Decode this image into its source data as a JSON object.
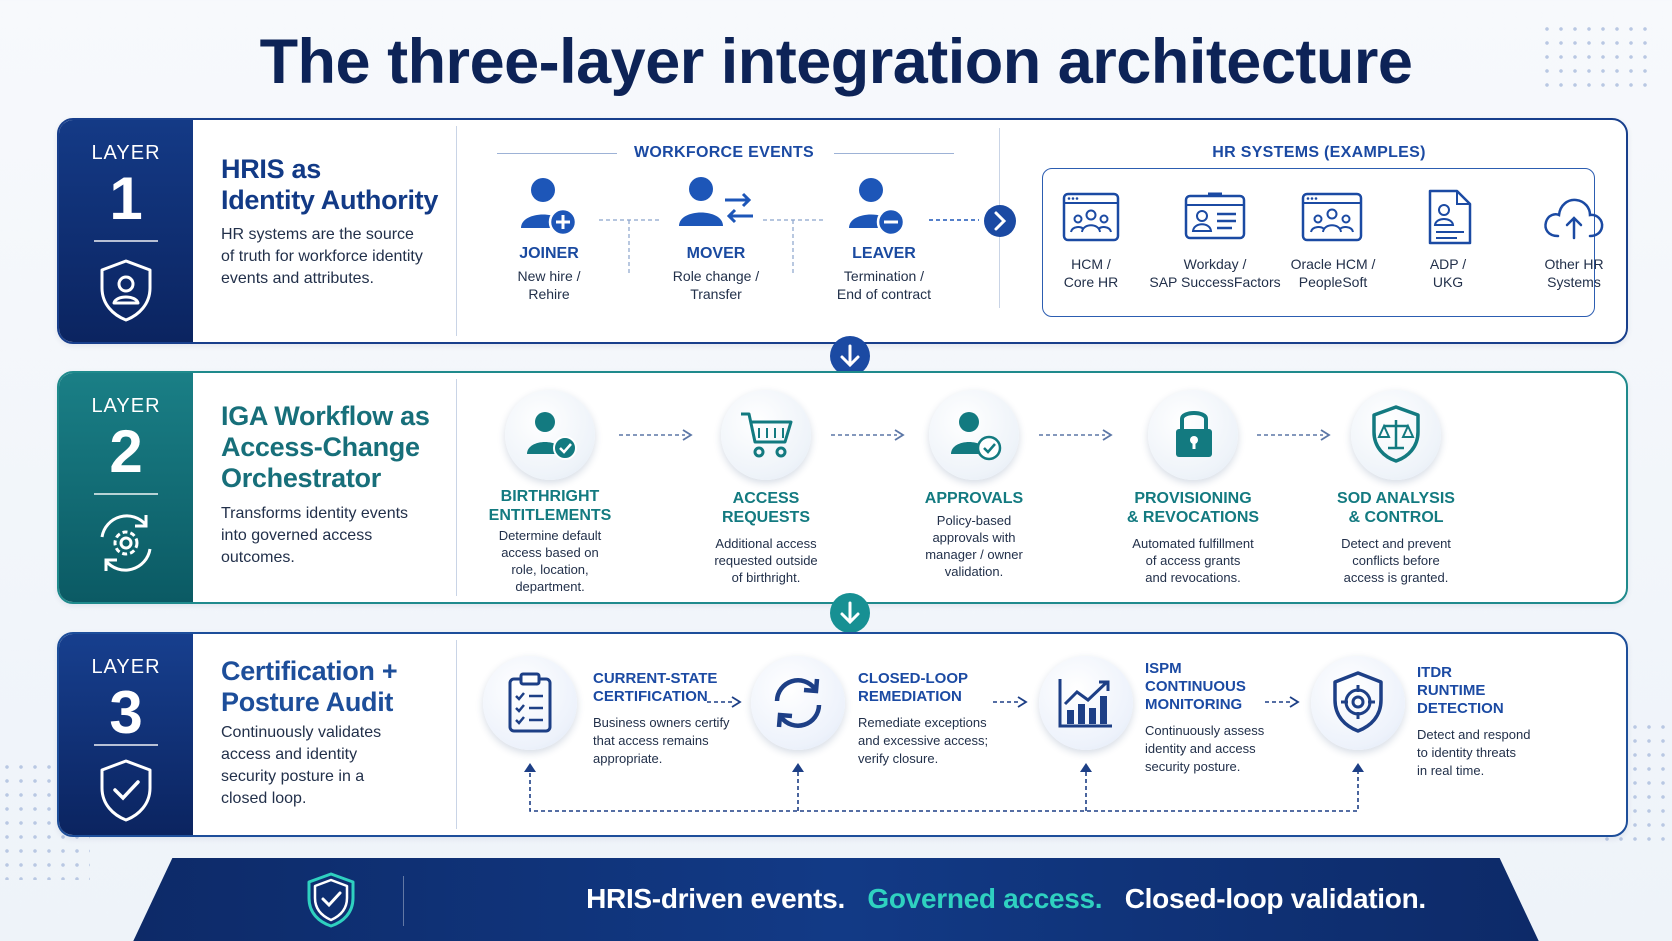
{
  "title": "The three-layer integration architecture",
  "colors": {
    "navy": "#0d2357",
    "blue": "#1b4aa3",
    "teal": "#137a80",
    "accent_teal": "#2fd1c0"
  },
  "layer1": {
    "label": "LAYER",
    "number": "1",
    "heading_line1": "HRIS as",
    "heading_line2": "Identity Authority",
    "desc": [
      "HR systems are the source",
      "of truth for workforce identity",
      "events and attributes."
    ],
    "badge_icon": "user-shield-icon",
    "events_title": "WORKFORCE EVENTS",
    "events": [
      {
        "title": "JOINER",
        "sub1": "New hire /",
        "sub2": "Rehire",
        "icon": "user-plus-icon"
      },
      {
        "title": "MOVER",
        "sub1": "Role change /",
        "sub2": "Transfer",
        "icon": "user-transfer-icon"
      },
      {
        "title": "LEAVER",
        "sub1": "Termination /",
        "sub2": "End of contract",
        "icon": "user-minus-icon"
      }
    ],
    "hr_title": "HR SYSTEMS (EXAMPLES)",
    "hr_systems": [
      {
        "line1": "HCM /",
        "line2": "Core HR",
        "icon": "hcm-window-icon"
      },
      {
        "line1": "Workday /",
        "line2": "SAP SuccessFactors",
        "icon": "id-card-icon"
      },
      {
        "line1": "Oracle HCM /",
        "line2": "PeopleSoft",
        "icon": "group-window-icon"
      },
      {
        "line1": "ADP /",
        "line2": "UKG",
        "icon": "document-user-icon"
      },
      {
        "line1": "Other HR",
        "line2": "Systems",
        "icon": "cloud-upload-icon"
      }
    ]
  },
  "layer2": {
    "label": "LAYER",
    "number": "2",
    "heading": [
      "IGA Workflow as",
      "Access-Change",
      "Orchestrator"
    ],
    "desc": [
      "Transforms identity events",
      "into governed access",
      "outcomes."
    ],
    "badge_icon": "gear-cycle-icon",
    "steps": [
      {
        "title": [
          "BIRTHRIGHT",
          "ENTITLEMENTS"
        ],
        "sub": [
          "Determine default",
          "access based on",
          "role, location,",
          "department."
        ],
        "icon": "user-check-icon"
      },
      {
        "title": [
          "ACCESS",
          "REQUESTS"
        ],
        "sub": [
          "Additional access",
          "requested outside",
          "of birthright."
        ],
        "icon": "cart-icon"
      },
      {
        "title": [
          "APPROVALS"
        ],
        "sub": [
          "Policy-based",
          "approvals with",
          "manager / owner",
          "validation."
        ],
        "icon": "user-approve-icon"
      },
      {
        "title": [
          "PROVISIONING",
          "& REVOCATIONS"
        ],
        "sub": [
          "Automated fulfillment",
          "of access grants",
          "and revocations."
        ],
        "icon": "lock-icon"
      },
      {
        "title": [
          "SOD ANALYSIS",
          "& CONTROL"
        ],
        "sub": [
          "Detect and prevent",
          "conflicts before",
          "access is granted."
        ],
        "icon": "scales-shield-icon"
      }
    ]
  },
  "layer3": {
    "label": "LAYER",
    "number": "3",
    "heading": [
      "Certification +",
      "Posture Audit"
    ],
    "desc": [
      "Continuously validates",
      "access and identity",
      "security posture in a",
      "closed loop."
    ],
    "badge_icon": "check-shield-icon",
    "steps": [
      {
        "title": [
          "CURRENT-STATE",
          "CERTIFICATION"
        ],
        "sub": [
          "Business owners certify",
          "that access remains",
          "appropriate."
        ],
        "icon": "clipboard-checklist-icon"
      },
      {
        "title": [
          "CLOSED-LOOP",
          "REMEDIATION"
        ],
        "sub": [
          "Remediate exceptions",
          "and excessive access;",
          "verify closure."
        ],
        "icon": "refresh-icon"
      },
      {
        "title": [
          "ISPM",
          "CONTINUOUS",
          "MONITORING"
        ],
        "sub": [
          "Continuously assess",
          "identity and access",
          "security posture."
        ],
        "icon": "chart-trend-icon"
      },
      {
        "title": [
          "ITDR",
          "RUNTIME",
          "DETECTION"
        ],
        "sub": [
          "Detect and respond",
          "to identity threats",
          "in real time."
        ],
        "icon": "target-shield-icon"
      }
    ]
  },
  "footer": {
    "icon": "check-shield-icon",
    "part1": "HRIS-driven events.",
    "part2": "Governed access.",
    "part3": "Closed-loop validation."
  }
}
